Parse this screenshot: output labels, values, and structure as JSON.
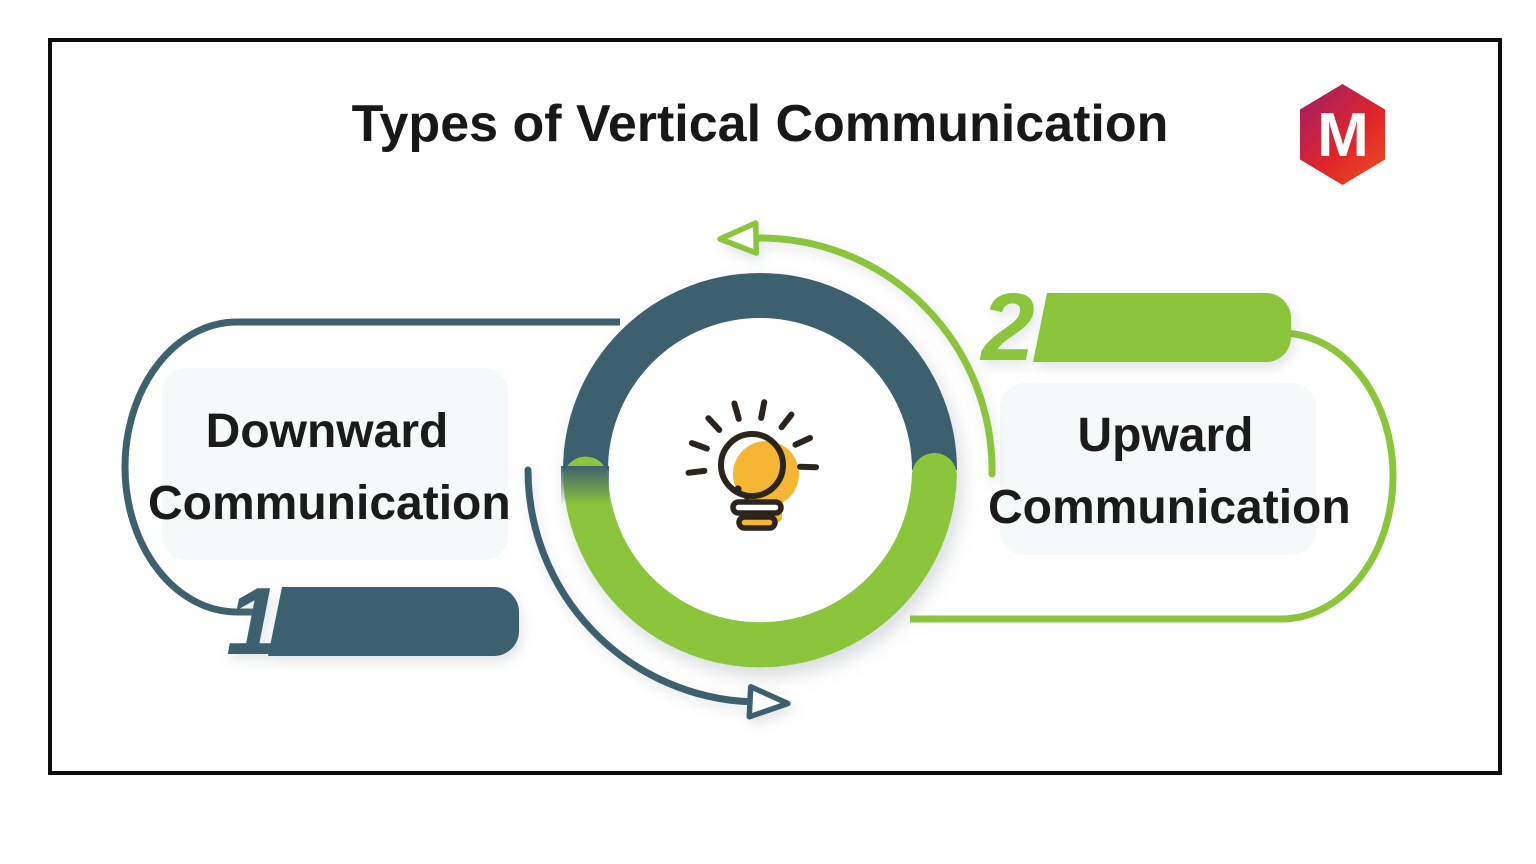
{
  "title": "Types of Vertical Communication",
  "logo": {
    "letter": "M",
    "shape": "hexagon"
  },
  "center": {
    "icon": "lightbulb-icon"
  },
  "items": [
    {
      "number": "1",
      "label_line1": "Downward",
      "label_line2": "Communication",
      "accent": "#3e616f"
    },
    {
      "number": "2",
      "label_line1": "Upward",
      "label_line2": "Communication",
      "accent": "#8bc53a"
    }
  ],
  "colors": {
    "teal": "#3e616f",
    "green": "#8bc53a",
    "bulb_yellow": "#f5b733",
    "outline_dark": "#2b251e",
    "text": "#1b1b1b",
    "frame_border": "#0d0d0d",
    "panel_bg": "#f6f9f9",
    "logo_gradient_start": "#a21e68",
    "logo_gradient_mid": "#e02529",
    "logo_gradient_end": "#ef5223"
  }
}
